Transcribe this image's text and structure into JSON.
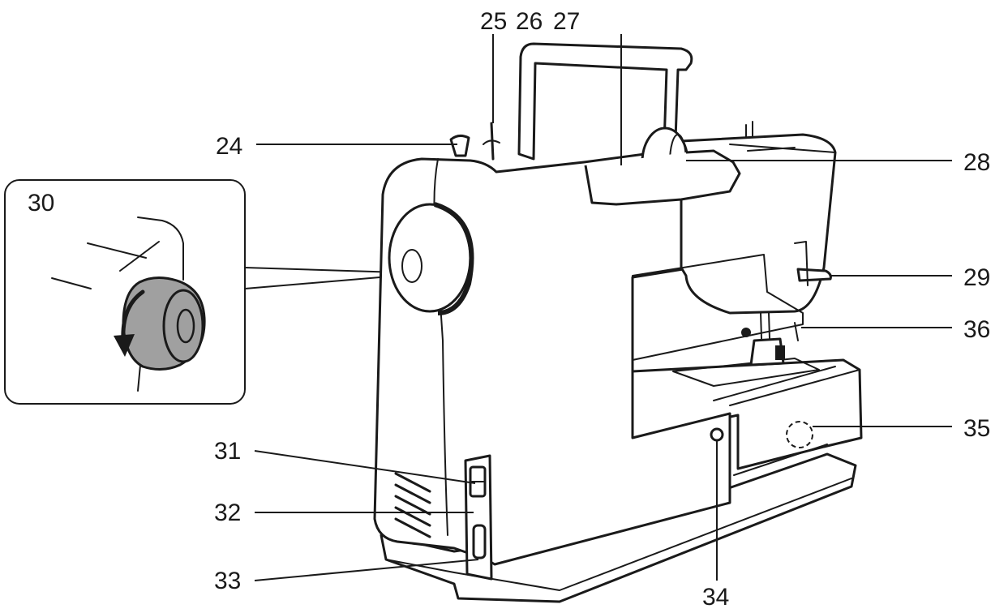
{
  "callouts": {
    "c24": "24",
    "c25": "25",
    "c26": "26",
    "c27": "27",
    "c28": "28",
    "c29": "29",
    "c30": "30",
    "c31": "31",
    "c32": "32",
    "c33": "33",
    "c34": "34",
    "c35": "35",
    "c36": "36"
  },
  "colors": {
    "ink": "#1a1a1a",
    "handwheel_detail_fill": "#a0a0a0",
    "background": "#ffffff"
  },
  "icons": {
    "rotation_arrow": "curved-arrow-icon"
  }
}
